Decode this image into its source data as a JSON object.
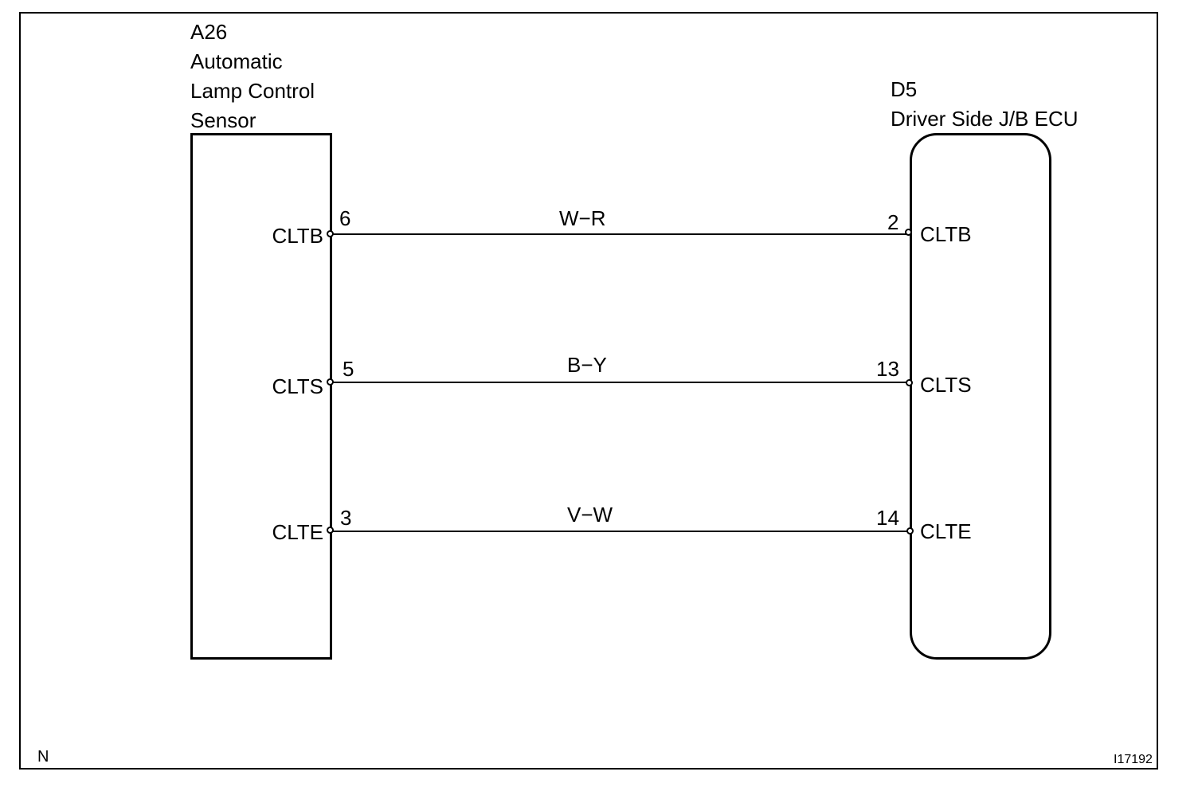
{
  "components": {
    "left": {
      "code": "A26",
      "name_lines": [
        "Automatic",
        "Lamp Control",
        "Sensor"
      ]
    },
    "right": {
      "code": "D5",
      "name_lines": [
        "Driver Side J/B ECU"
      ]
    }
  },
  "connections": [
    {
      "left_terminal": "CLTB",
      "left_pin": "6",
      "wire_color": "W−R",
      "right_pin": "2",
      "right_terminal": "CLTB"
    },
    {
      "left_terminal": "CLTS",
      "left_pin": "5",
      "wire_color": "B−Y",
      "right_pin": "13",
      "right_terminal": "CLTS"
    },
    {
      "left_terminal": "CLTE",
      "left_pin": "3",
      "wire_color": "V−W",
      "right_pin": "14",
      "right_terminal": "CLTE"
    }
  ],
  "footer": {
    "left_mark": "N",
    "figure_id": "I17192"
  }
}
